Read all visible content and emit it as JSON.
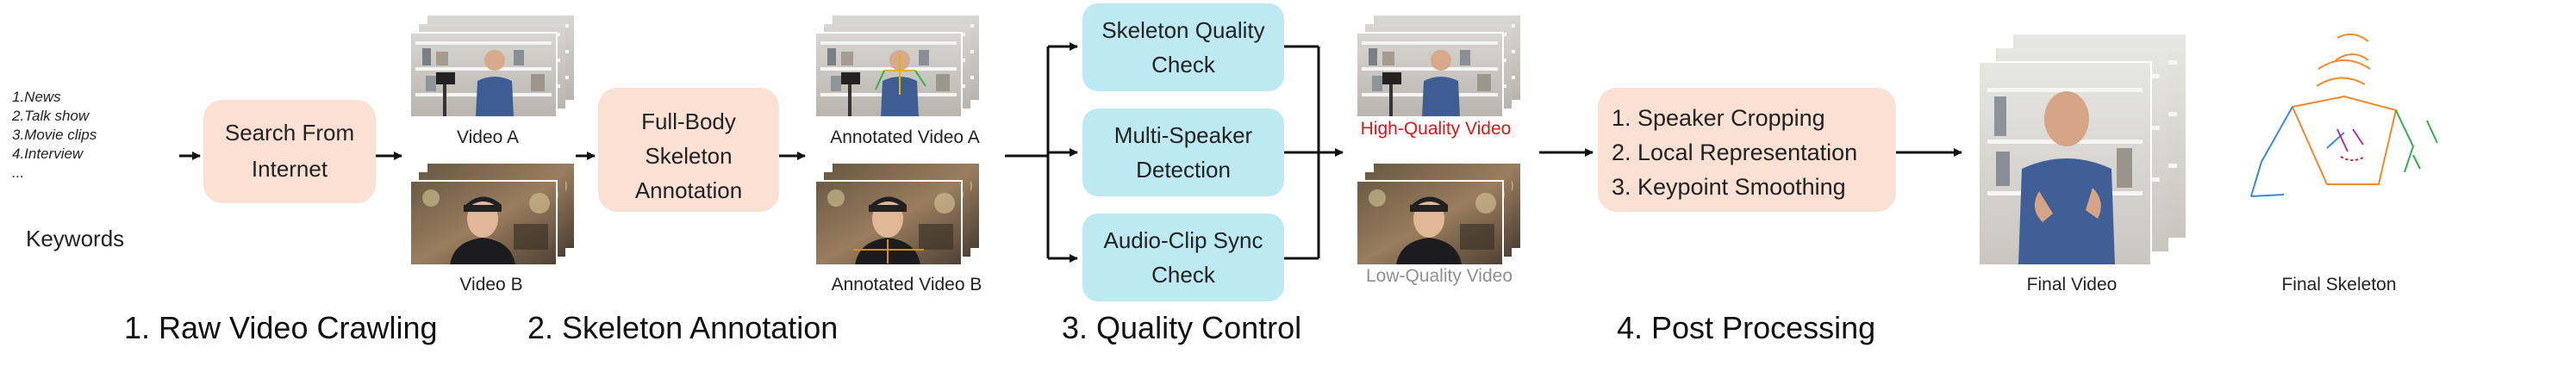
{
  "keywords": {
    "items": [
      "1.News",
      "2.Talk show",
      "3.Movie clips",
      "4.Interview",
      "..."
    ],
    "label": "Keywords"
  },
  "boxes": {
    "search": [
      "Search From",
      "Internet"
    ],
    "annotation": [
      "Full-Body",
      "Skeleton",
      "Annotation"
    ],
    "quality_check": [
      "Skeleton Quality",
      "Check"
    ],
    "multi_speaker": [
      "Multi-Speaker",
      "Detection"
    ],
    "audio_sync": [
      "Audio-Clip Sync",
      "Check"
    ],
    "post_steps": [
      "1. Speaker Cropping",
      "2. Local Representation",
      "3. Keypoint Smoothing"
    ]
  },
  "images": {
    "video_a": "Video A",
    "video_b": "Video B",
    "annotated_a": "Annotated Video A",
    "annotated_b": "Annotated Video B",
    "high_quality": "High-Quality Video",
    "low_quality": "Low-Quality Video",
    "final_video": "Final Video",
    "final_skeleton": "Final Skeleton"
  },
  "stages": [
    "1. Raw Video Crawling",
    "2. Skeleton Annotation",
    "3. Quality Control",
    "4. Post Processing"
  ],
  "colors": {
    "peach_box": "#fbe1d3",
    "cyan_box": "#bdeaf2",
    "high_quality_text": "#e0141b",
    "low_quality_text": "#909090",
    "arrow": "#111111"
  }
}
